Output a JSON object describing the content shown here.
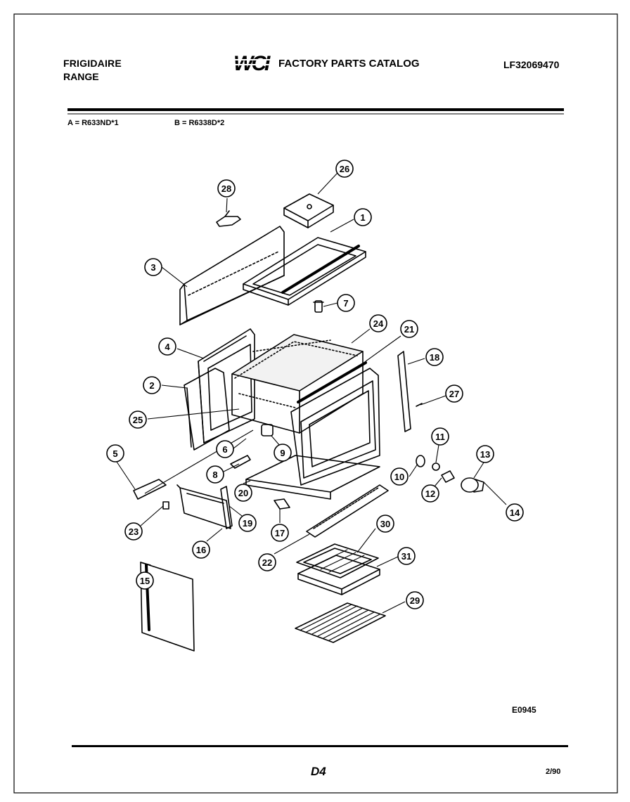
{
  "header": {
    "brand": "FRIGIDAIRE",
    "product": "RANGE",
    "logo_text": "WCI",
    "catalog_title": "FACTORY PARTS CATALOG",
    "document_number": "LF32069470"
  },
  "models": {
    "a": "A = R633ND*1",
    "b": "B = R6338D*2"
  },
  "figure_code": "E0945",
  "footer": {
    "page_id": "D4",
    "date": "2/90"
  },
  "callouts": [
    "1",
    "2",
    "3",
    "4",
    "5",
    "6",
    "7",
    "8",
    "9",
    "10",
    "11",
    "12",
    "13",
    "14",
    "15",
    "16",
    "17",
    "18",
    "19",
    "20",
    "21",
    "22",
    "23",
    "24",
    "25",
    "26",
    "27",
    "28",
    "29",
    "30",
    "31"
  ]
}
